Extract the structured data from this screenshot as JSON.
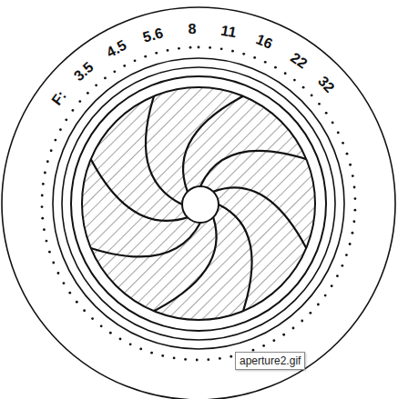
{
  "diagram": {
    "labels": [
      "F:",
      "3.5",
      "4.5",
      "5.6",
      "8",
      "11",
      "16",
      "22",
      "32",
      "aperture2.gif"
    ]
  }
}
